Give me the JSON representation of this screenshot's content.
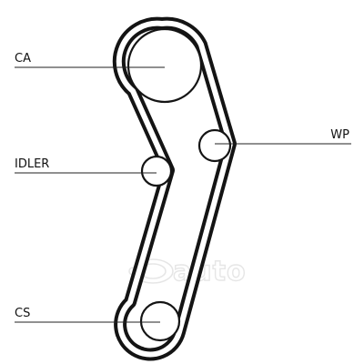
{
  "diagram": {
    "labels": {
      "ca": "CA",
      "wp": "WP",
      "idler": "IDLER",
      "cs": "CS"
    },
    "watermark": "auto",
    "colors": {
      "belt": "#141414",
      "text": "#111111",
      "watermark": "#e6e6e6"
    }
  }
}
